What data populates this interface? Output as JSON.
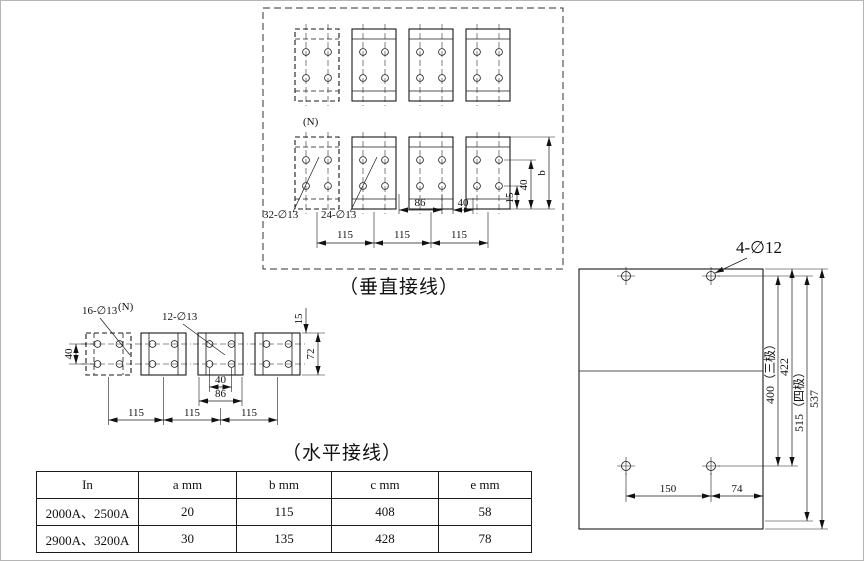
{
  "vertical": {
    "caption": "（垂直接线）",
    "n_label": "(N)",
    "holes_all": "32-∅13",
    "holes_main": "24-∅13",
    "dim_86": "86",
    "dim_40": "40",
    "dim_15": "15",
    "dim_40_side": "40",
    "dim_b": "b",
    "pitch_1": "115",
    "pitch_2": "115",
    "pitch_3": "115"
  },
  "horizontal": {
    "caption": "（水平接线）",
    "n_label": "(N)",
    "holes_n": "16-∅13",
    "holes_main": "12-∅13",
    "dim_15": "15",
    "dim_40_left": "40",
    "dim_72": "72",
    "dim_40": "40",
    "dim_86": "86",
    "pitch_1": "115",
    "pitch_2": "115",
    "pitch_3": "115"
  },
  "panel": {
    "holes": "4-∅12",
    "dim_400": "400（三极）",
    "dim_422": "422",
    "dim_515": "515（四极）",
    "dim_537": "537",
    "dim_150": "150",
    "dim_74": "74"
  },
  "table": {
    "headers": [
      "In",
      "a mm",
      "b mm",
      "c mm",
      "e mm"
    ],
    "rows": [
      [
        "2000A、2500A",
        "20",
        "115",
        "408",
        "58"
      ],
      [
        "2900A、3200A",
        "30",
        "135",
        "428",
        "78"
      ]
    ]
  }
}
